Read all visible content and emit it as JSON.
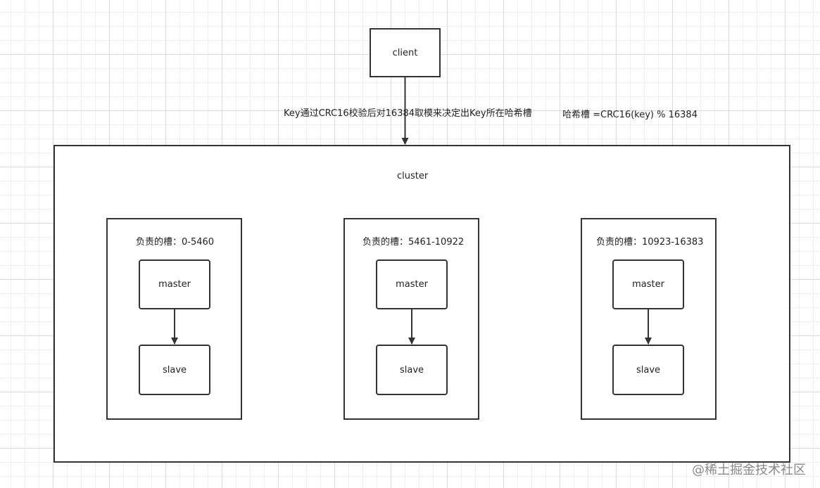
{
  "client": {
    "label": "client"
  },
  "arrow_note": "Key通过CRC16校验后对16384取模来决定出Key所在哈希槽",
  "formula": "哈希槽 =CRC16(key) % 16384",
  "cluster": {
    "label": "cluster",
    "groups": [
      {
        "slots_label": "负责的槽：0-5460",
        "master_label": "master",
        "slave_label": "slave"
      },
      {
        "slots_label": "负责的槽：5461-10922",
        "master_label": "master",
        "slave_label": "slave"
      },
      {
        "slots_label": "负责的槽：10923-16383",
        "master_label": "master",
        "slave_label": "slave"
      }
    ]
  },
  "watermark": "@稀土掘金技术社区"
}
